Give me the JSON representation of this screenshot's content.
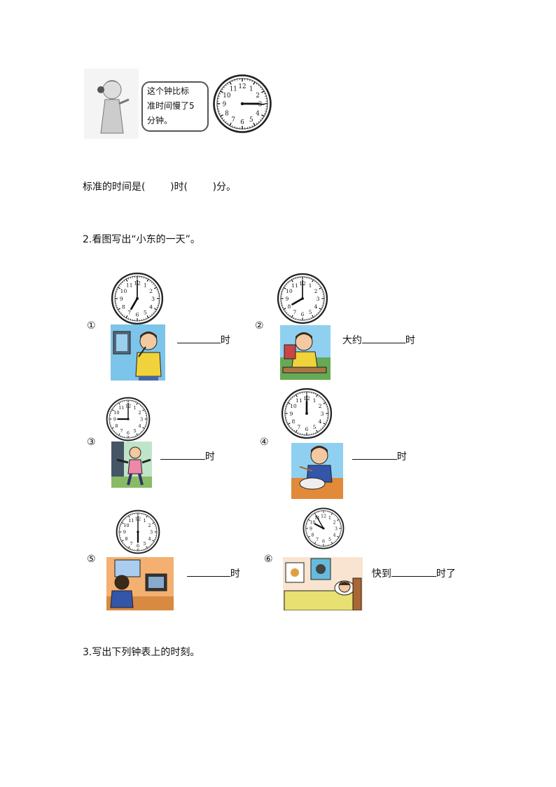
{
  "intro": {
    "bubble_text": "这个钟比标\n准时间慢了5\n分钟。",
    "question": "标准的时间是(        )时(        )分。",
    "clock_numbers": [
      "12",
      "1",
      "2",
      "3",
      "4",
      "5",
      "6",
      "7",
      "8",
      "9",
      "10",
      "11"
    ]
  },
  "q2": {
    "heading": "2.看图写出“小东的一天”。",
    "items": [
      {
        "marker": "①",
        "prefix": "",
        "suffix": "时",
        "scene": "boy-brushing-teeth",
        "clock_hour": 7,
        "clock_minute": 0
      },
      {
        "marker": "②",
        "prefix": "大约",
        "suffix": "时",
        "scene": "boy-reading-book",
        "clock_hour": 8,
        "clock_minute": 0
      },
      {
        "marker": "③",
        "prefix": "",
        "suffix": "时",
        "scene": "boy-exercising",
        "clock_hour": 9,
        "clock_minute": 0
      },
      {
        "marker": "④",
        "prefix": "",
        "suffix": "时",
        "scene": "boy-eating-lunch",
        "clock_hour": 12,
        "clock_minute": 0
      },
      {
        "marker": "⑤",
        "prefix": "",
        "suffix": "时",
        "scene": "boy-watching-tv",
        "clock_hour": 6,
        "clock_minute": 0
      },
      {
        "marker": "⑥",
        "prefix": "快到",
        "suffix": "时了",
        "scene": "boy-sleeping",
        "clock_hour": 9,
        "clock_minute": 55
      }
    ]
  },
  "q3": {
    "heading": "3.写出下列钟表上的时刻。"
  },
  "colors": {
    "ink": "#111111",
    "scene_sky": "#5fb3e8",
    "shirt_yellow": "#f0d23a",
    "wall_orange": "#f0a860",
    "bed_yellow": "#f0e070"
  }
}
